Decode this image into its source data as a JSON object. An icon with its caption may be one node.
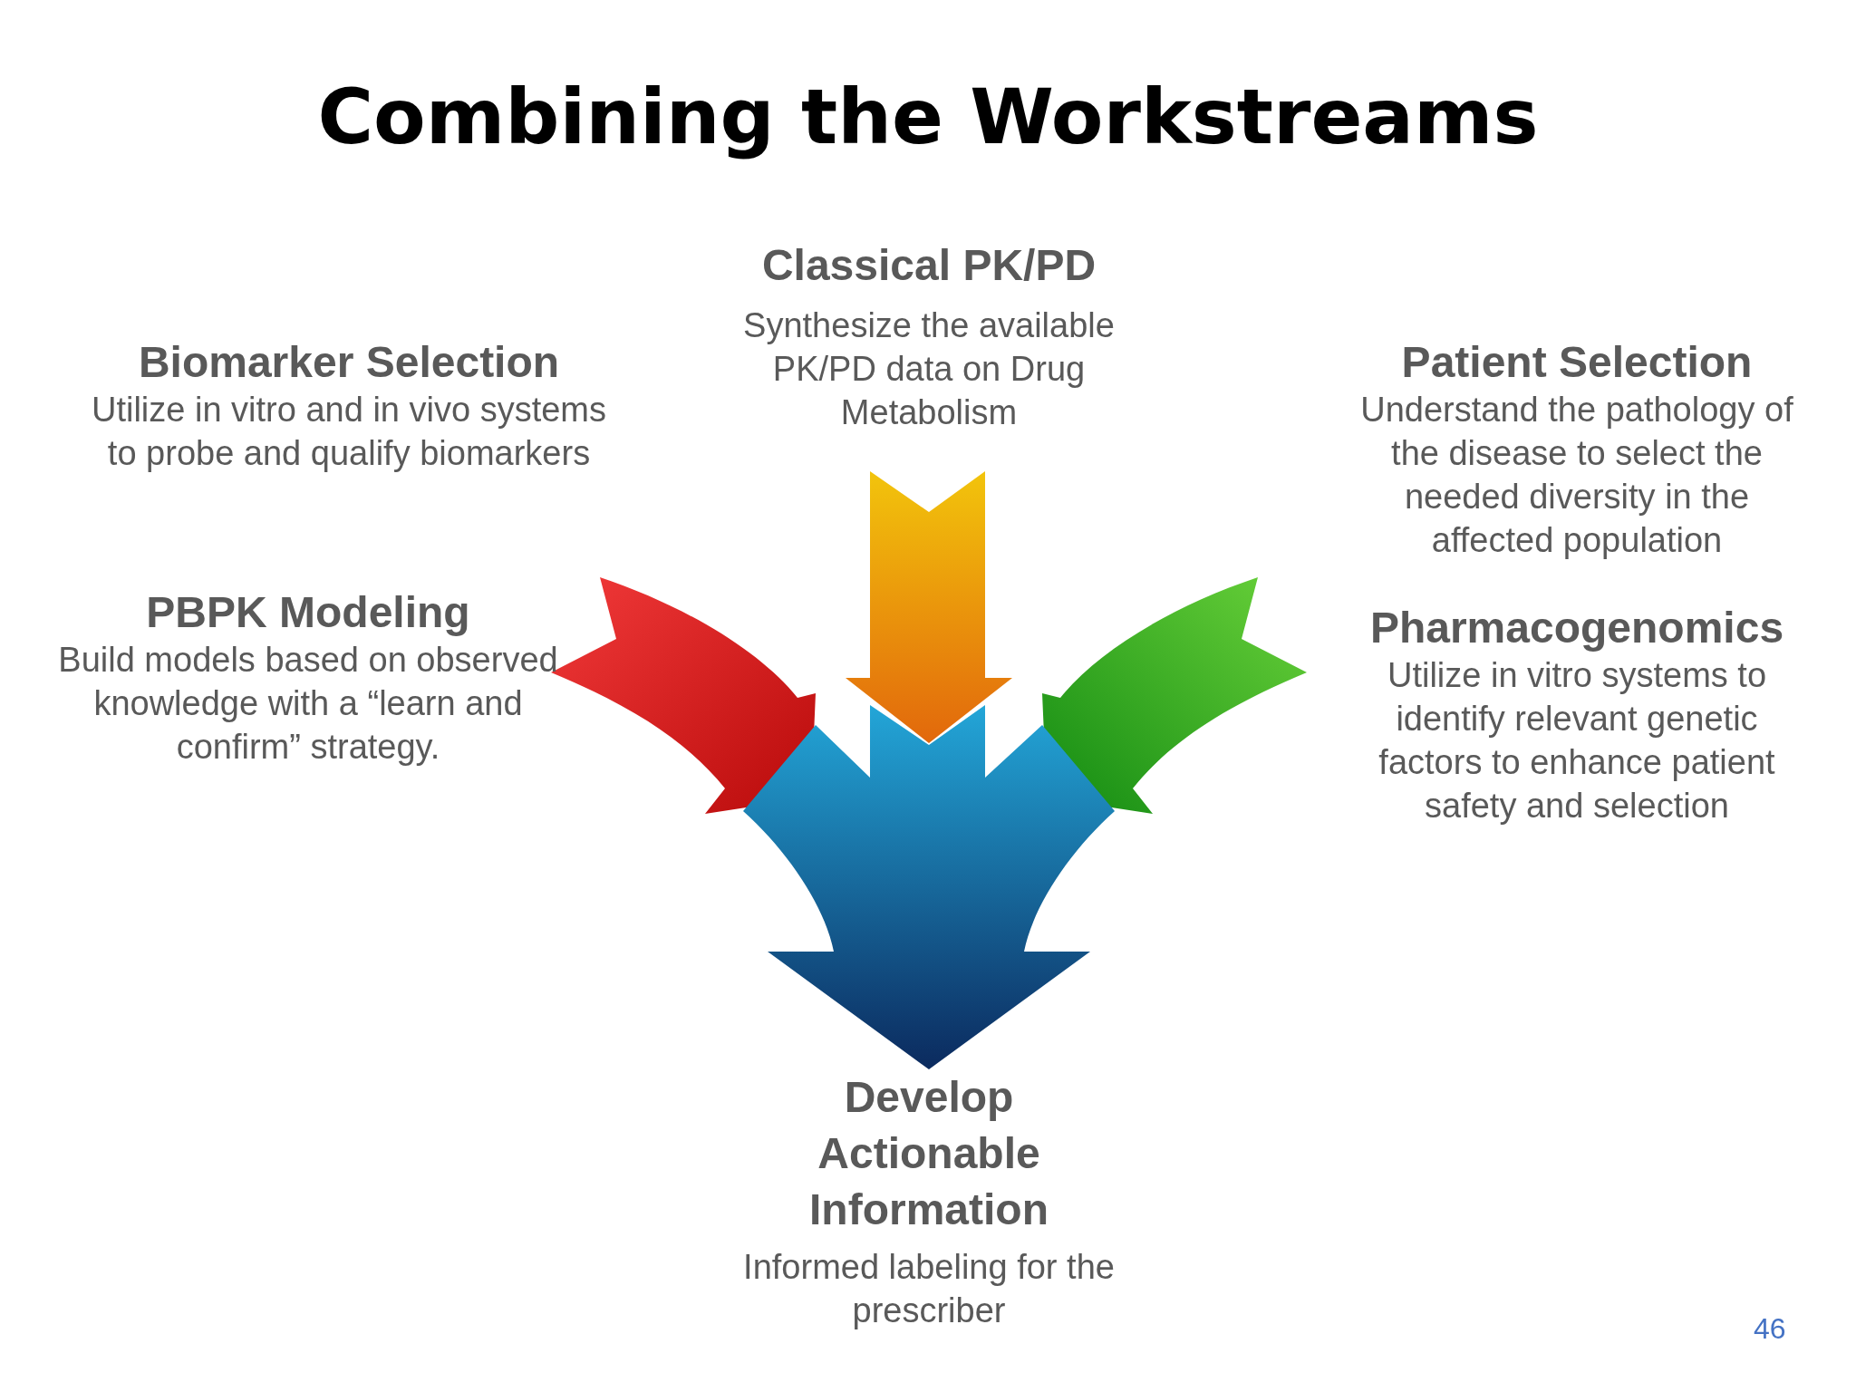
{
  "diagram": {
    "title": "Combining the Workstreams",
    "nodes": [
      {
        "text": [
          "Classical PK/PD",
          "Synthesize the available PK/PD data on Drug Metabolism"
        ]
      },
      {
        "text": [
          "Biomarker Selection",
          "Utilize in vitro and in vivo systems to probe and qualify biomarkers"
        ]
      },
      {
        "text": [
          "Patient Selection",
          "Understand the pathology of the disease to select the needed diversity in the affected population"
        ]
      },
      {
        "text": [
          "PBPK Modeling",
          "Build models based on observed knowledge with a “learn and confirm” strategy."
        ]
      },
      {
        "text": [
          "Pharmacogenomics",
          "Utilize in vitro systems to identify relevant genetic factors to enhance patient safety and selection"
        ]
      },
      {
        "text": [
          "Develop Actionable Information",
          "Informed labeling for the prescriber"
        ]
      }
    ],
    "labels": [
      "46"
    ]
  }
}
